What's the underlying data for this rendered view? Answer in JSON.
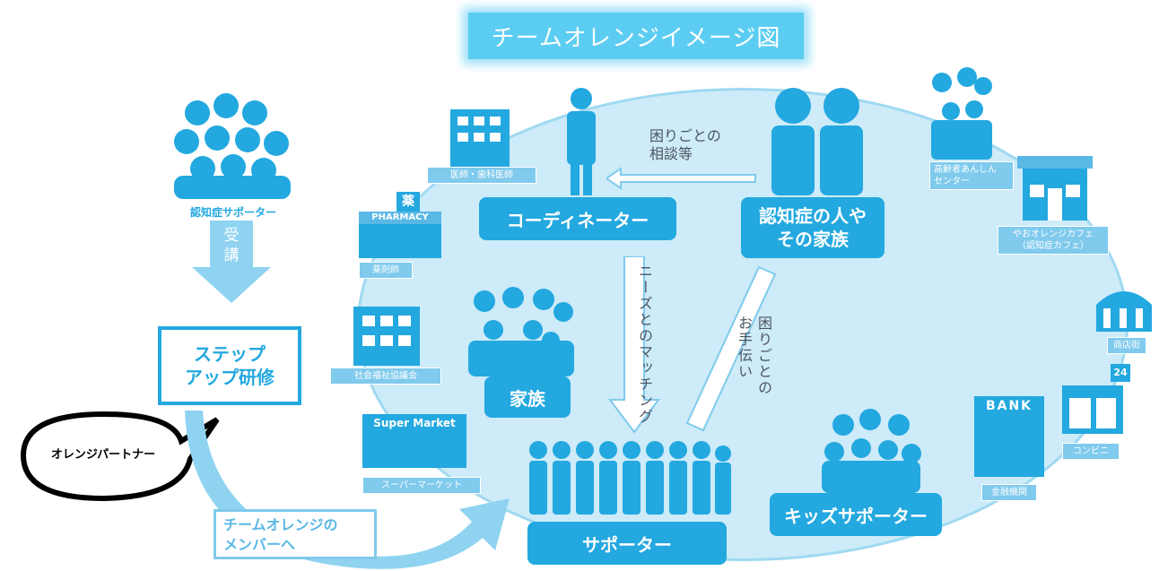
{
  "title": "チームオレンジイメージ図",
  "left": {
    "supporter_label": "認知症サポーター",
    "attend_label": "受\n講",
    "step_up": "ステップ\nアップ研修",
    "bubble": "オレンジパートナー",
    "to_members": "チームオレンジの\nメンバーへ"
  },
  "center": {
    "coordinator": "コーディネーター",
    "person_family": "認知症の人や\nその家族",
    "consult": "困りごとの\n相談等",
    "matching": "ニーズとのマッチング",
    "help": "困りごとの\nお手伝い",
    "family": "家族",
    "supporter": "サポーター",
    "kids": "キッズサポーター"
  },
  "places": {
    "doctor": "医師・歯科医師",
    "pharmacy_sign": "PHARMACY",
    "pharmacy_kanji": "薬",
    "pharmacist": "薬剤師",
    "social_council": "社会福祉協議会",
    "supermarket_sign": "Super Market",
    "supermarket": "スーパーマーケット",
    "elderly_center": "高齢者あんしん\nセンター",
    "cafe": "やおオレンジカフェ\n（認知症カフェ）",
    "shopping_street": "商店街",
    "convenience": "コンビニ",
    "convenience_sign": "24",
    "bank_sign": "BANK",
    "bank": "金融機関"
  },
  "colors": {
    "accent": "#23a8e0",
    "ellipse": "#cdebf8",
    "light": "#7fcaed"
  }
}
